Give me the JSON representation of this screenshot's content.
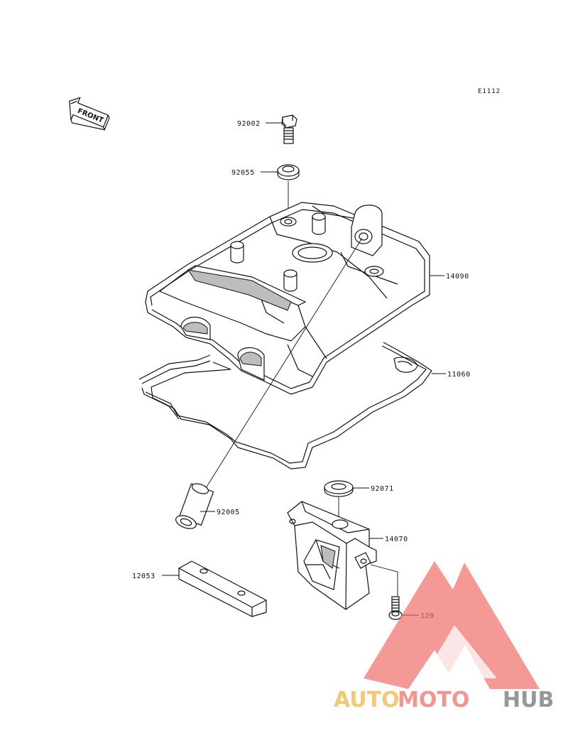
{
  "diagram": {
    "reference_code": "E1112",
    "front_label": "FRONT",
    "parts": [
      {
        "number": "92002"
      },
      {
        "number": "92055"
      },
      {
        "number": "14090"
      },
      {
        "number": "11060"
      },
      {
        "number": "92071"
      },
      {
        "number": "92005"
      },
      {
        "number": "14070"
      },
      {
        "number": "12053"
      },
      {
        "number": "120"
      }
    ]
  },
  "watermark": {
    "text_a": "AUTO",
    "text_b": "MOTO",
    "text_c": "HUB",
    "colors": {
      "auto": "#f5c16a",
      "moto": "#f08a84",
      "hub": "#8c8c8c",
      "triangle": "#f06a66"
    }
  }
}
